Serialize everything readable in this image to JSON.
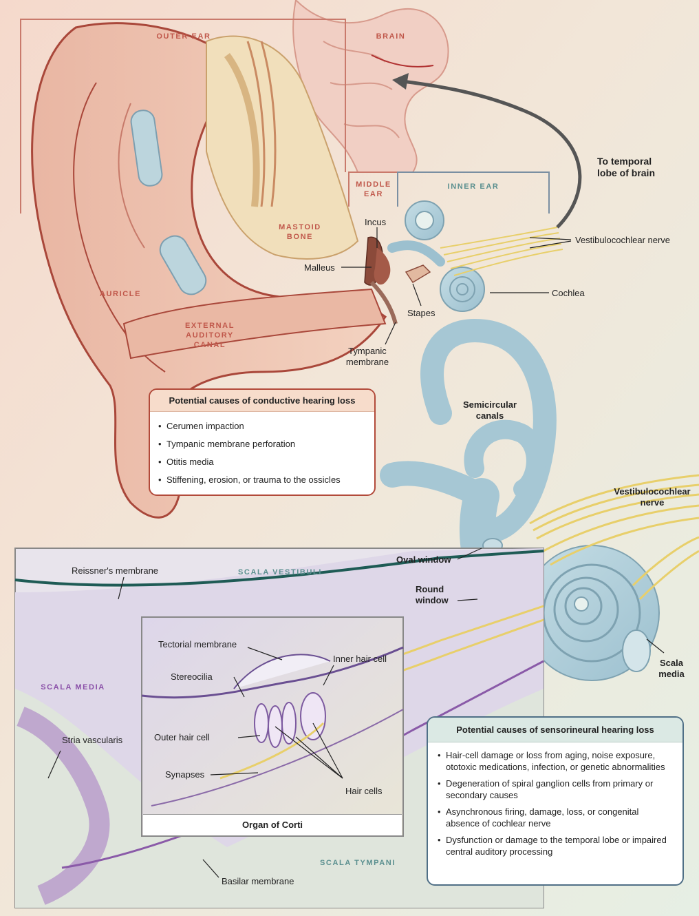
{
  "regions": {
    "outer_ear": "OUTER EAR",
    "brain": "BRAIN",
    "middle_ear": "MIDDLE EAR",
    "inner_ear": "INNER EAR",
    "mastoid_bone": "MASTOID BONE",
    "auricle": "AURICLE",
    "external_auditory_canal": "EXTERNAL AUDITORY CANAL",
    "scala_vestibuli": "SCALA VESTIBULI",
    "scala_media": "SCALA MEDIA",
    "scala_tympani": "SCALA TYMPANI"
  },
  "labels": {
    "to_temporal_lobe": "To temporal lobe of brain",
    "incus": "Incus",
    "malleus": "Malleus",
    "stapes": "Stapes",
    "tympanic_membrane": "Tympanic membrane",
    "vestibulocochlear_nerve_top": "Vestibulocochlear nerve",
    "cochlea": "Cochlea",
    "semicircular_canals": "Semicircular canals",
    "vestibulocochlear_nerve_mid": "Vestibulocochlear nerve",
    "oval_window": "Oval window",
    "round_window": "Round window",
    "scala_media_label": "Scala media",
    "reissners_membrane": "Reissner's membrane",
    "tectorial_membrane": "Tectorial membrane",
    "inner_hair_cell": "Inner hair cell",
    "stereocilia": "Stereocilia",
    "outer_hair_cell": "Outer hair cell",
    "synapses": "Synapses",
    "hair_cells": "Hair cells",
    "stria_vascularis": "Stria vascularis",
    "organ_of_corti": "Organ of Corti",
    "basilar_membrane": "Basilar membrane"
  },
  "conductive_box": {
    "title": "Potential causes of conductive hearing loss",
    "items": [
      "Cerumen impaction",
      "Tympanic membrane perforation",
      "Otitis media",
      "Stiffening, erosion, or trauma to the ossicles"
    ]
  },
  "sensorineural_box": {
    "title": "Potential causes of sensorineural hearing loss",
    "items": [
      "Hair-cell damage or loss from aging, noise exposure, ototoxic medications, infection, or genetic abnormalities",
      "Degeneration of spiral ganglion cells from primary or secondary causes",
      "Asynchronous firing, damage, loss, or congenital absence of cochlear nerve",
      "Dysfunction or damage to the temporal lobe or impaired central auditory processing"
    ]
  },
  "colors": {
    "outer_red": "#b24a3a",
    "inner_blue": "#4f6f86",
    "nerve_yellow": "#e8cf6a",
    "cochlea_blue": "#a9cfd8",
    "membrane_teal": "#1e5b55"
  }
}
